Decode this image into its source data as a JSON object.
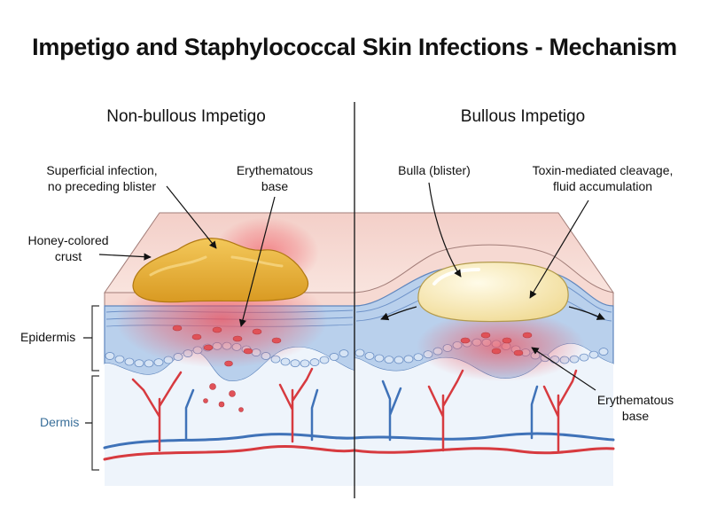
{
  "title": "Impetigo and Staphylococcal Skin Infections - Mechanism",
  "left_panel": {
    "title": "Non-bullous Impetigo",
    "callouts": {
      "superficial": "Superficial infection,\nno preceding blister",
      "erythematous": "Erythematous\nbase",
      "crust": "Honey-colored\ncrust"
    }
  },
  "right_panel": {
    "title": "Bullous Impetigo",
    "callouts": {
      "bulla": "Bulla (blister)",
      "toxin": "Toxin-mediated cleavage,\nfluid accumulation",
      "erythematous": "Erythematous\nbase"
    }
  },
  "layers": {
    "epidermis": "Epidermis",
    "dermis": "Dermis"
  },
  "colors": {
    "skin_surface": "#f6d9d2",
    "epidermis": "#b9d0ec",
    "dermis": "#eef4fb",
    "crust": "#e9b33c",
    "bulla": "#f8eab8",
    "inflammation": "#f0505a",
    "artery": "#d73a3f",
    "vein": "#3f72b8",
    "dermis_label": "#3a6f9a"
  }
}
